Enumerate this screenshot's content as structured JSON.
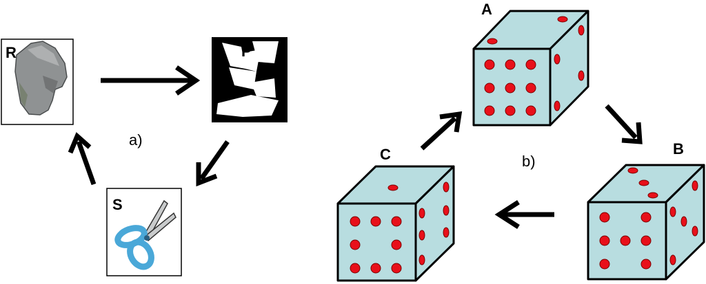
{
  "panel_a": {
    "caption": "a)",
    "rock_label": "R",
    "paper_label": "P",
    "scissors_label": "S"
  },
  "panel_b": {
    "caption": "b)",
    "die_a_label": "A",
    "die_b_label": "B",
    "die_c_label": "C"
  },
  "colors": {
    "die_face": "#b8dde0",
    "pip": "#e8101a",
    "scissors_handle": "#4aa8d8"
  }
}
